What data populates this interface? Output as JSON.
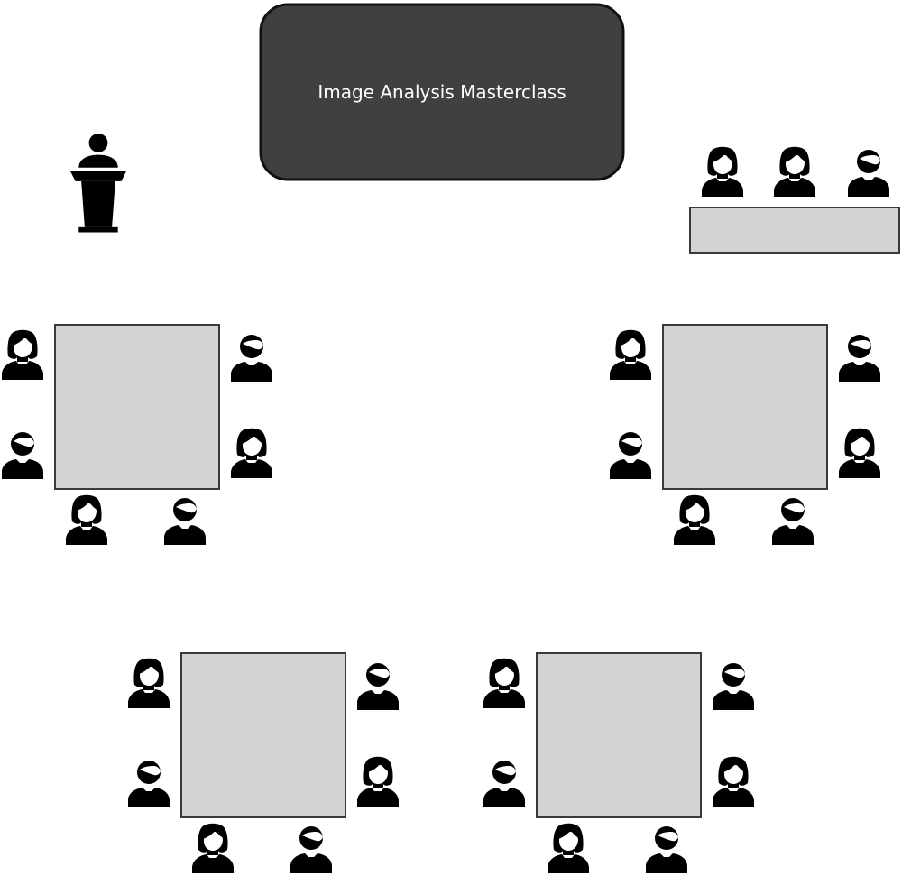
{
  "screen": {
    "title": "Image Analysis Masterclass",
    "fill_color": "#404040",
    "border_color": "#111111"
  },
  "colors": {
    "table_fill": "#d3d3d3",
    "table_border": "#3a3a3a",
    "person_color": "#000000",
    "background": "#ffffff"
  },
  "icons": {
    "female": "woman-icon",
    "male": "man-icon",
    "podium": "speaker-podium-icon"
  },
  "room": {
    "podium": {
      "icon": "speaker-podium-icon"
    },
    "panel": {
      "seats": [
        "female",
        "female",
        "male"
      ]
    },
    "group_tables": [
      {
        "id": "top-left",
        "left_seats": [
          "female",
          "male"
        ],
        "right_seats": [
          "male",
          "female"
        ],
        "bottom_seats": [
          "female",
          "male"
        ]
      },
      {
        "id": "top-right",
        "left_seats": [
          "female",
          "male"
        ],
        "right_seats": [
          "male",
          "female"
        ],
        "bottom_seats": [
          "female",
          "male"
        ]
      },
      {
        "id": "bottom-left",
        "left_seats": [
          "female",
          "male"
        ],
        "right_seats": [
          "male",
          "female"
        ],
        "bottom_seats": [
          "female",
          "male"
        ]
      },
      {
        "id": "bottom-right",
        "left_seats": [
          "female",
          "male"
        ],
        "right_seats": [
          "male",
          "female"
        ],
        "bottom_seats": [
          "female",
          "male"
        ]
      }
    ]
  }
}
